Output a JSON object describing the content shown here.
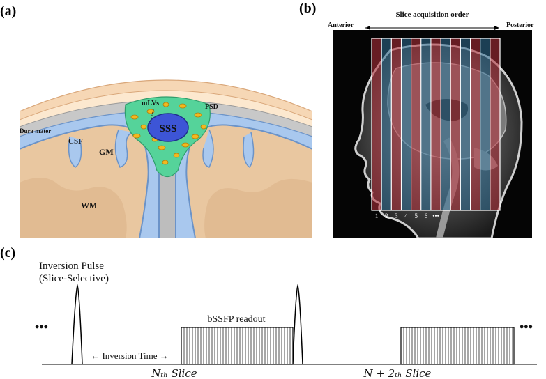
{
  "panels": {
    "a": "(a)",
    "b": "(b)",
    "c": "(c)"
  },
  "anatomy": {
    "sss": "SSS",
    "mlvs": "mLVs",
    "psd": "PSD",
    "dura": "Dura mater",
    "csf": "CSF",
    "gm": "GM",
    "wm": "WM"
  },
  "mri": {
    "order_label": "Slice acquisition order",
    "anterior": "Anterior",
    "posterior": "Posterior",
    "slice_numbers": [
      "1",
      "2",
      "3",
      "4",
      "5",
      "6",
      "•••"
    ],
    "stripe_colors": [
      "#b8323c",
      "#2f6f95"
    ],
    "stripe_count": 13
  },
  "sequence": {
    "pulse_title_1": "Inversion Pulse",
    "pulse_title_2": "(Slice-Selective)",
    "readout_label": "bSSFP readout",
    "inversion_time": "← Inversion Time →",
    "ellipsis_left": "•••",
    "ellipsis_right": "•••",
    "slice_n": "Nₜₕ Slice",
    "slice_n2": "N + 2ₜₕ Slice"
  }
}
